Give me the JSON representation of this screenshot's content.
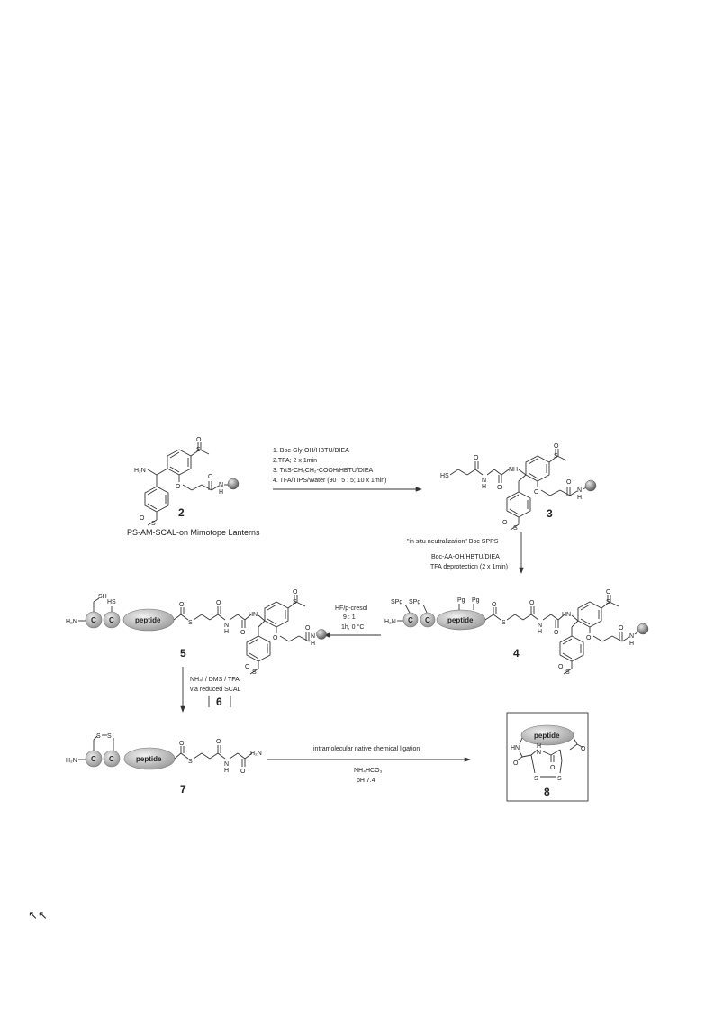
{
  "caption_2": "PS-AM-SCAL-on Mimotope Lanterns",
  "compound_numbers": {
    "c2": "2",
    "c3": "3",
    "c4": "4",
    "c5": "5",
    "c6": "6",
    "c7": "7",
    "c8": "8"
  },
  "step1": {
    "lines": [
      "1. Boc-Gly-OH/HBTU/DIEA",
      "2.TFA; 2 x 1min",
      "3. TrtS-CH₂CH₂-COOH/HBTU/DIEA",
      "4. TFA/TIPS/Water (90 : 5 : 5; 10 x 1min)"
    ]
  },
  "step2": {
    "lines": [
      "\"in situ neutralization\" Boc SPPS",
      "Boc-AA-OH/HBTU/DIEA",
      "TFA deprotection (2 x 1min)"
    ]
  },
  "step3": {
    "lines": [
      "HF/p-cresol",
      "9 : 1",
      "1h, 0 °C"
    ]
  },
  "step4": {
    "lines": [
      "NH₄I / DMS / TFA",
      "via reduced SCAL"
    ]
  },
  "step5": {
    "above": "intramolecular native chemical ligation",
    "below": [
      "NH₄HCO₃",
      "pH 7.4"
    ]
  },
  "labels": {
    "peptide": "peptide",
    "c": "C",
    "h2n": "H₂N",
    "sh": "SH",
    "hs": "HS",
    "spg": "SPg",
    "pg": "Pg",
    "nh": "NH",
    "hn": "HN",
    "n": "N",
    "h": "H",
    "o": "O",
    "s": "S",
    "h2n_amide": "H₂N"
  },
  "nav_icon": "↖↖"
}
